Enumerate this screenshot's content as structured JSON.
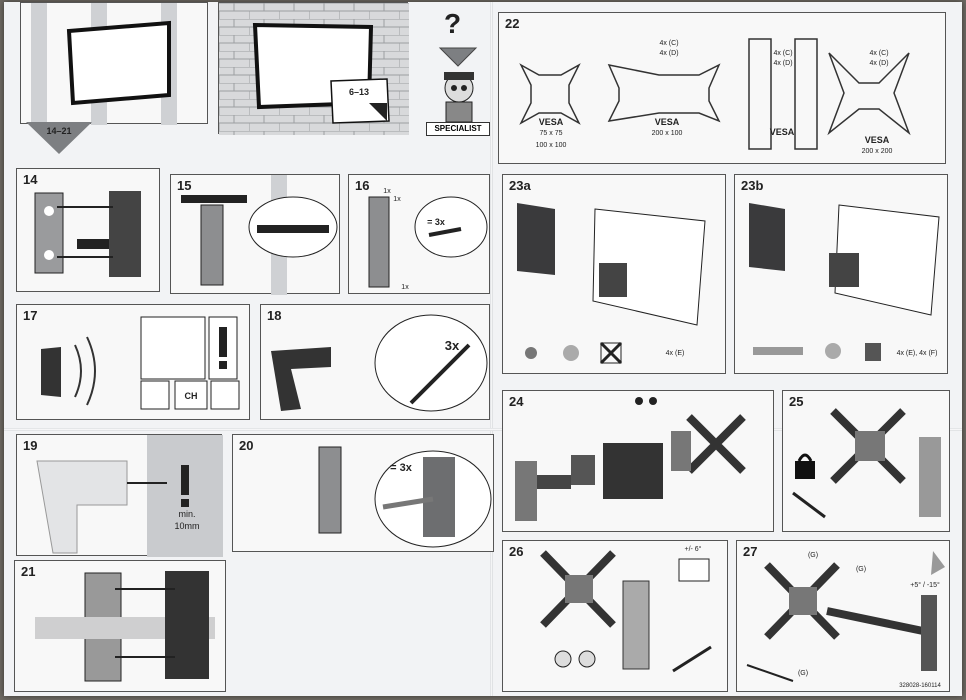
{
  "steps": {
    "s14_21": "14–21",
    "s6_13": "6–13",
    "specialist": "SPECIALIST",
    "q": "?",
    "n22": "22",
    "n23a": "23a",
    "n23b": "23b",
    "n14": "14",
    "n15": "15",
    "n16": "16",
    "n17": "17",
    "n18": "18",
    "n19": "19",
    "n20": "20",
    "n21": "21",
    "n24": "24",
    "n25": "25",
    "n26": "26",
    "n27": "27"
  },
  "vesa": {
    "v75": "VESA",
    "v75a": "75 x 75",
    "v75b": "100 x 100",
    "v200": "VESA",
    "v200a": "200 x 100",
    "v3": "VESA",
    "v4": "VESA",
    "v4a": "200 x 200",
    "cd": "4x (C)",
    "dd": "4x (D)"
  },
  "labels": {
    "x1a": "1x",
    "x1b": "1x",
    "x1c": "1x",
    "eq3x": "= 3x",
    "eq3x2": "= 3x",
    "three_x": "3x",
    "ch": "CH",
    "min": "min.",
    "mm": "10mm",
    "e4": "4x (E)",
    "ef4": "4x (E), 4x (F)",
    "deg6": "+/- 6°",
    "deg15": "+5° / -15°",
    "g1": "(G)",
    "g2": "(G)",
    "g3": "(G)",
    "code": "328028-160114"
  }
}
